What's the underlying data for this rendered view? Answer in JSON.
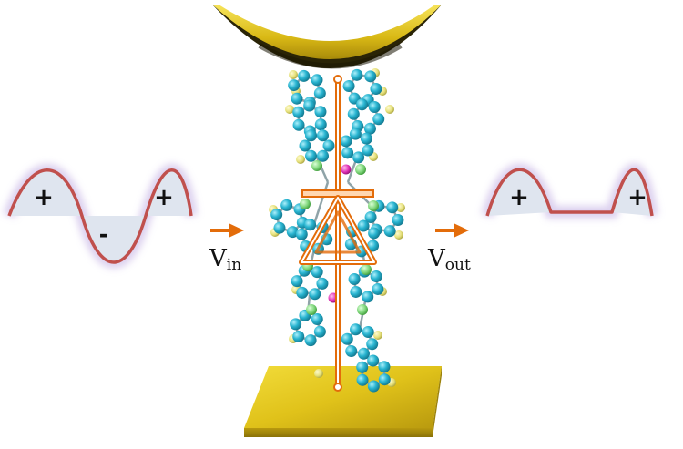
{
  "input_signal": {
    "sign_pos_left": "+",
    "sign_neg": "-",
    "sign_pos_right": "+",
    "label_main": "V",
    "label_sub": "in"
  },
  "output_signal": {
    "sign_pos_left": "+",
    "sign_pos_right": "+",
    "label_main": "V",
    "label_sub": "out"
  },
  "colors": {
    "waveform_stroke": "#c0504d",
    "waveform_glow": "#c9b8e6",
    "waveform_fill": "#dfe5ef",
    "arrow": "#e36c0a",
    "diode_symbol": "#e36c0a",
    "electrode_gold": "#e0c21a",
    "carbon_atom": "#29b5d1",
    "hydrogen_atom": "#e5e07a",
    "nitrogen_atom": "#7ed67a",
    "metal_atom": "#e02fb5"
  },
  "icons": {
    "arrow_in": "right-arrow-icon",
    "arrow_out": "right-arrow-icon",
    "diode": "diode-symbol-icon"
  }
}
